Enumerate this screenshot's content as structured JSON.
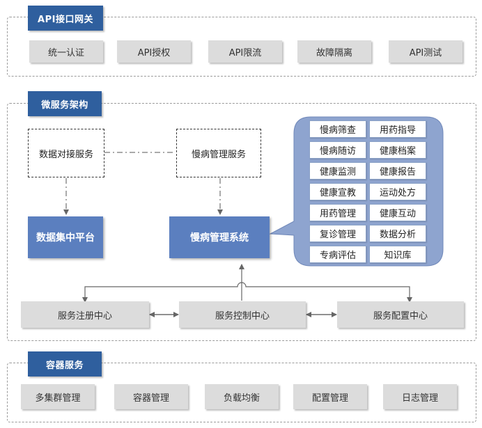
{
  "gateway": {
    "title": "API接口网关",
    "items": [
      "统一认证",
      "API授权",
      "API限流",
      "故障隔离",
      "API测试"
    ]
  },
  "microservice": {
    "title": "微服务架构",
    "data_docking": "数据对接服务",
    "chronic_service": "慢病管理服务",
    "data_platform": "数据集中平台",
    "chronic_system": "慢病管理系统",
    "features": [
      "慢病筛查",
      "用药指导",
      "慢病随访",
      "健康档案",
      "健康监测",
      "健康报告",
      "健康宣教",
      "运动处方",
      "用药管理",
      "健康互动",
      "复诊管理",
      "数据分析",
      "专病评估",
      "知识库"
    ],
    "registry": "服务注册中心",
    "control": "服务控制中心",
    "config": "服务配置中心"
  },
  "container": {
    "title": "容器服务",
    "items": [
      "多集群管理",
      "容器管理",
      "负载均衡",
      "配置管理",
      "日志管理"
    ]
  },
  "colors": {
    "title_bg": "#2f5f9e",
    "system_bg": "#5b7fbf",
    "callout_bg": "#8ea4cf",
    "gray_bg": "#dcdcdc"
  }
}
